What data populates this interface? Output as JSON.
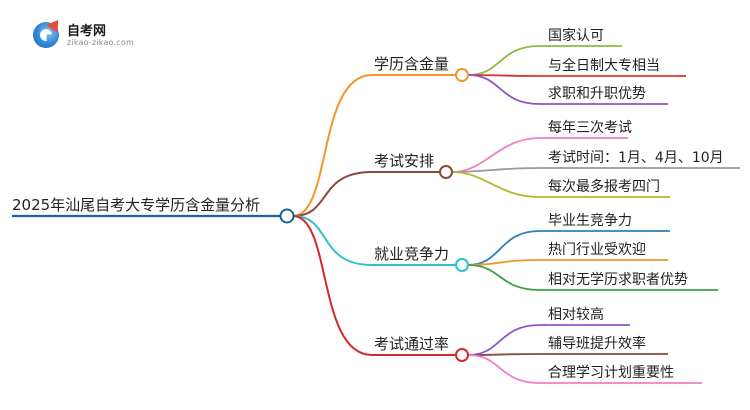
{
  "logo": {
    "title": "自考网",
    "subtitle": "zikao-zikao.com"
  },
  "diagram": {
    "root": "2025年汕尾自考大专学历含金量分析",
    "branches": [
      {
        "label": "学历含金量",
        "color": "#f0962c",
        "children": [
          {
            "label": "国家认可",
            "color": "#8cbd3a"
          },
          {
            "label": "与全日制大专相当",
            "color": "#e0332d"
          },
          {
            "label": "求职和升职优势",
            "color": "#8e55c6"
          }
        ]
      },
      {
        "label": "考试安排",
        "color": "#8c4a38",
        "children": [
          {
            "label": "每年三次考试",
            "color": "#ef7fc4"
          },
          {
            "label": "考试时间：1月、4月、10月",
            "color": "#9a9a9a"
          },
          {
            "label": "每次最多报考四门",
            "color": "#b7b52f"
          }
        ]
      },
      {
        "label": "就业竞争力",
        "color": "#2cc1cc",
        "children": [
          {
            "label": "毕业生竞争力",
            "color": "#2e7fb8"
          },
          {
            "label": "热门行业受欢迎",
            "color": "#f0962c"
          },
          {
            "label": "相对无学历求职者优势",
            "color": "#3aa241"
          }
        ]
      },
      {
        "label": "考试通过率",
        "color": "#d3292b",
        "children": [
          {
            "label": "相对较高",
            "color": "#8e55c6"
          },
          {
            "label": "辅导班提升效率",
            "color": "#8c4a38"
          },
          {
            "label": "合理学习计划重要性",
            "color": "#ef7fc4"
          }
        ]
      }
    ]
  }
}
